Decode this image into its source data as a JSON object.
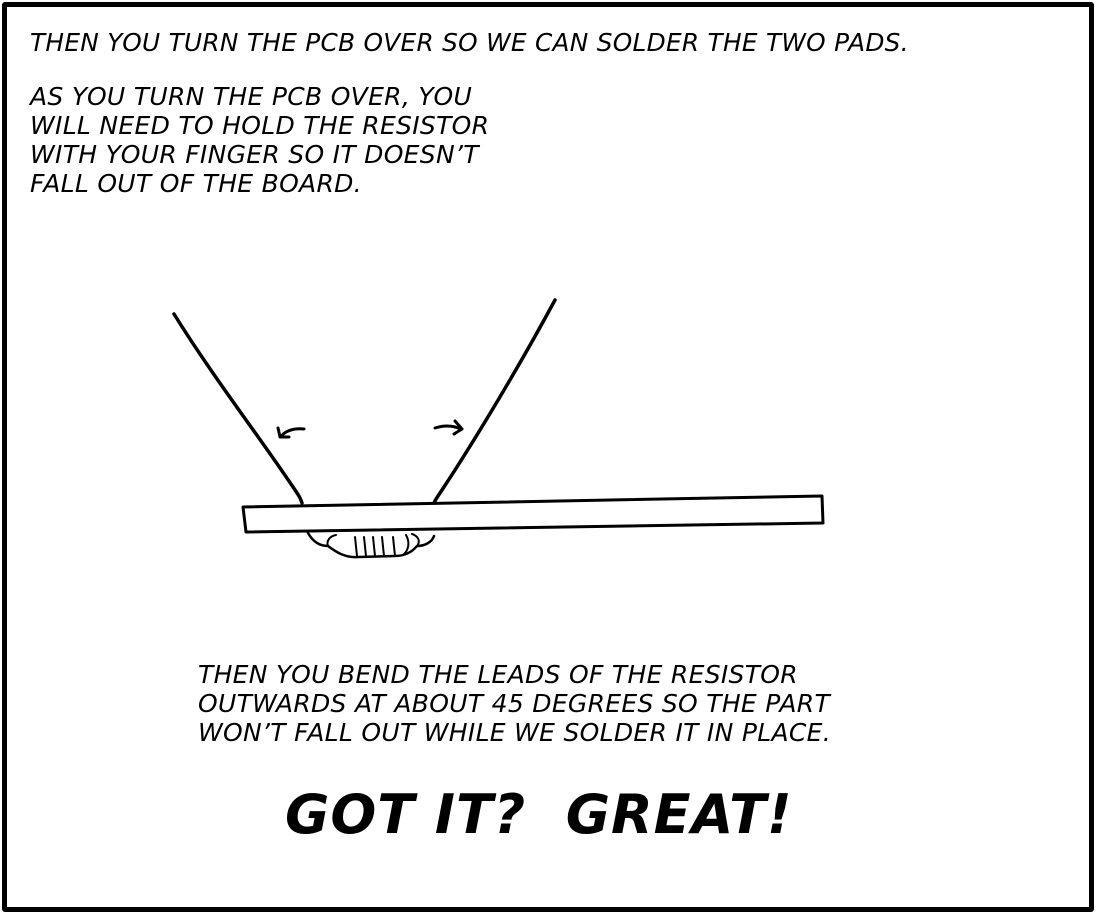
{
  "comic": {
    "caption_top": "THEN YOU TURN THE PCB OVER SO WE CAN SOLDER THE TWO PADS.",
    "caption_hold": [
      "AS YOU TURN THE PCB OVER, YOU",
      "WILL NEED TO HOLD THE RESISTOR",
      "WITH YOUR FINGER SO IT DOESN’T",
      "FALL OUT OF THE BOARD."
    ],
    "caption_bend": [
      "THEN YOU BEND THE LEADS OF THE RESISTOR",
      "OUTWARDS AT ABOUT 45 DEGREES SO THE PART",
      "WON’T FALL OUT WHILE WE SOLDER IT IN PLACE."
    ],
    "caption_big": "GOT IT?  GREAT!"
  },
  "colors": {
    "ink": "#000000",
    "paper": "#ffffff"
  },
  "icons": {
    "left_arrow": "curved-arrow-left-icon",
    "right_arrow": "curved-arrow-right-icon"
  }
}
